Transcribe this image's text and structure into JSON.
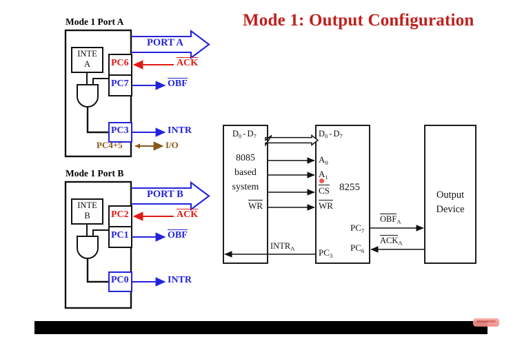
{
  "slide": {
    "title": "Mode 1: Output Configuration",
    "title_color": "#c0201c",
    "background": "#ffffff",
    "black_bar_color": "#000000",
    "subscribe_button_color": "#ef8a86"
  },
  "colors": {
    "blue": "#2222dd",
    "red": "#e01b14",
    "brown": "#8a5a18",
    "black": "#111111"
  },
  "port_a_diagram": {
    "heading": "Mode 1 Port A",
    "inte_label_line1": "INTE",
    "inte_label_line2": "A",
    "port_bus_label": "PORT A",
    "pins": [
      {
        "name": "PC6",
        "color": "red",
        "signal": "ACK",
        "signal_overline": true,
        "direction": "in"
      },
      {
        "name": "PC7",
        "color": "blue",
        "signal": "OBF",
        "signal_overline": true,
        "direction": "out"
      },
      {
        "name": "PC3",
        "color": "blue",
        "signal": "INTR",
        "signal_overline": false,
        "direction": "out"
      },
      {
        "name": "PC4+5",
        "color": "brown",
        "signal": "I/O",
        "signal_overline": false,
        "direction": "bidir"
      }
    ]
  },
  "port_b_diagram": {
    "heading": "Mode 1 Port B",
    "inte_label_line1": "INTE",
    "inte_label_line2": "B",
    "port_bus_label": "PORT B",
    "pins": [
      {
        "name": "PC2",
        "color": "red",
        "signal": "ACK",
        "signal_overline": true,
        "direction": "in"
      },
      {
        "name": "PC1",
        "color": "blue",
        "signal": "OBF",
        "signal_overline": true,
        "direction": "out"
      },
      {
        "name": "PC0",
        "color": "blue",
        "signal": "INTR",
        "signal_overline": false,
        "direction": "out"
      }
    ]
  },
  "block_diagram": {
    "cpu_block": {
      "line1": "8085",
      "line2": "based",
      "line3": "system",
      "data_bus_label": "D",
      "data_bus_sub_low": "0",
      "data_bus_sep": "-",
      "data_bus_sub_high": "7",
      "wr_label": "WR",
      "wr_overline": true
    },
    "ppi_block": {
      "chip_name": "8255",
      "data_bus_label": "D",
      "data_bus_sub_low": "0",
      "data_bus_sep": "-",
      "data_bus_sub_high": "7",
      "left_pins": [
        {
          "label": "A",
          "sub": "0",
          "overline": false
        },
        {
          "label": "A",
          "sub": "1",
          "overline": false
        },
        {
          "label": "CS",
          "sub": "",
          "overline": true
        },
        {
          "label": "WR",
          "sub": "",
          "overline": true
        }
      ],
      "intr_pin": {
        "label": "PC",
        "sub": "3"
      },
      "obf_pin": {
        "label": "PC",
        "sub": "7"
      },
      "ack_pin": {
        "label": "PC",
        "sub": "6"
      }
    },
    "device_block": {
      "line1": "Output",
      "line2": "Device"
    },
    "signals": {
      "intr": {
        "label": "INTR",
        "sub": "A",
        "overline": false
      },
      "obf": {
        "label": "OBF",
        "sub": "A",
        "overline": true
      },
      "ack": {
        "label": "ACK",
        "sub": "A",
        "overline": true
      }
    }
  }
}
